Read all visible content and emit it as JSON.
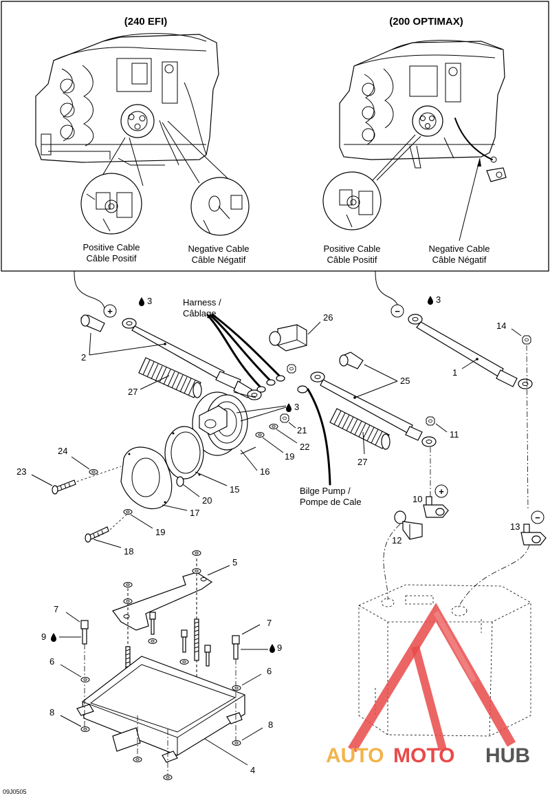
{
  "headers": {
    "left": "(240 EFI)",
    "right": "(200 OPTIMAX)"
  },
  "callouts": {
    "efi_pos_1": "Positive Cable",
    "efi_pos_2": "Câble Positif",
    "efi_neg_1": "Negative Cable",
    "efi_neg_2": "Câble Négatif",
    "opt_pos_1": "Positive Cable",
    "opt_pos_2": "Câble Positif",
    "opt_neg_1": "Negative Cable",
    "opt_neg_2": "Câble Négatif"
  },
  "labels": {
    "harness_1": "Harness /",
    "harness_2": "Câblage",
    "bilge_1": "Bilge Pump /",
    "bilge_2": "Pompe de Cale"
  },
  "polarity": {
    "plus": "+",
    "minus": "−"
  },
  "part_numbers": {
    "p1": "1",
    "p2": "2",
    "p4": "4",
    "p5": "5",
    "p6a": "6",
    "p6b": "6",
    "p7a": "7",
    "p7b": "7",
    "p8a": "8",
    "p8b": "8",
    "p10": "10",
    "p11": "11",
    "p12": "12",
    "p13": "13",
    "p14": "14",
    "p15": "15",
    "p16": "16",
    "p17": "17",
    "p18": "18",
    "p19a": "19",
    "p19b": "19",
    "p20": "20",
    "p21": "21",
    "p22": "22",
    "p23": "23",
    "p24": "24",
    "p25": "25",
    "p26": "26",
    "p27a": "27",
    "p27b": "27",
    "t3a": "3",
    "t3b": "3",
    "t3c": "3",
    "t9a": "9",
    "t9b": "9"
  },
  "drawing_code": "09J0505",
  "watermark": {
    "part1": "AUTO",
    "part2": "MOTO",
    "part3": "HUB"
  }
}
